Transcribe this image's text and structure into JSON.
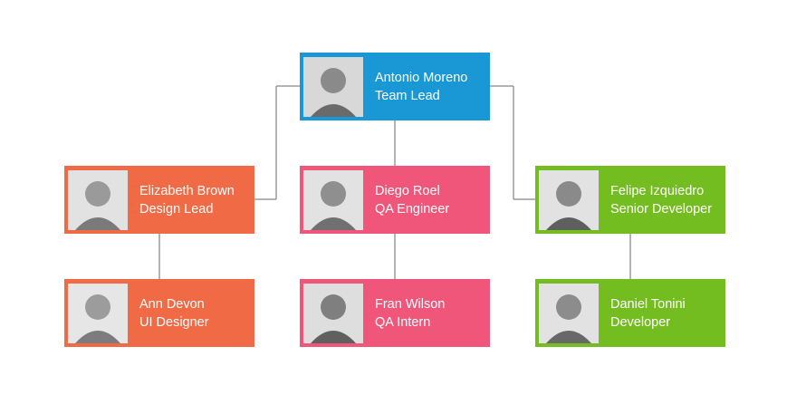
{
  "colors": {
    "lead": "#1a98d5",
    "design": "#f06a45",
    "qa": "#ef5679",
    "dev": "#74bd21",
    "connector": "#9a9a9a"
  },
  "org": {
    "root": {
      "name": "Antonio Moreno",
      "title": "Team Lead"
    },
    "design_lead": {
      "name": "Elizabeth Brown",
      "title": "Design Lead"
    },
    "qa_engineer": {
      "name": "Diego Roel",
      "title": "QA Engineer"
    },
    "senior_dev": {
      "name": "Felipe Izquiedro",
      "title": "Senior Developer"
    },
    "ui_designer": {
      "name": "Ann Devon",
      "title": "UI Designer"
    },
    "qa_intern": {
      "name": "Fran Wilson",
      "title": "QA Intern"
    },
    "developer": {
      "name": "Daniel Tonini",
      "title": "Developer"
    }
  }
}
